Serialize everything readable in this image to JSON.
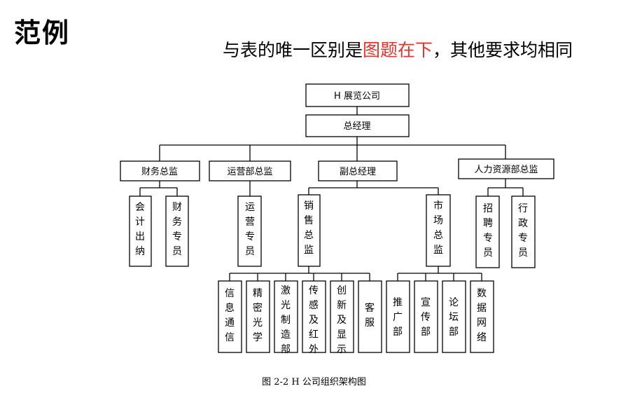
{
  "header": {
    "title": "范例",
    "subtitle_prefix": "与表的唯一区别是",
    "subtitle_highlight": "图题在下",
    "subtitle_suffix": "，其他要求均相同",
    "highlight_color": "#e8322b"
  },
  "chart": {
    "root": "H 展览公司",
    "gm": "总经理",
    "finance": "财务总监",
    "ops": "运营部总监",
    "deputy": "副总经理",
    "hr": "人力资源部总监",
    "accountant": "会计出纳",
    "finance_staff": "财务专员",
    "ops_staff": "运营专员",
    "sales": "销售总监",
    "market": "市场总监",
    "recruit": "招聘专员",
    "admin": "行政专员",
    "info": "信息通信",
    "precision": "精密光学",
    "laser": "激光制造部",
    "sensing": "传感及红外",
    "innovation": "创新及显示",
    "service": "客服",
    "promotion": "推广部",
    "publicity": "宣传部",
    "forum": "论坛部",
    "data_net": "数据网络"
  },
  "caption": "图 2-2    H 公司组织架构图"
}
